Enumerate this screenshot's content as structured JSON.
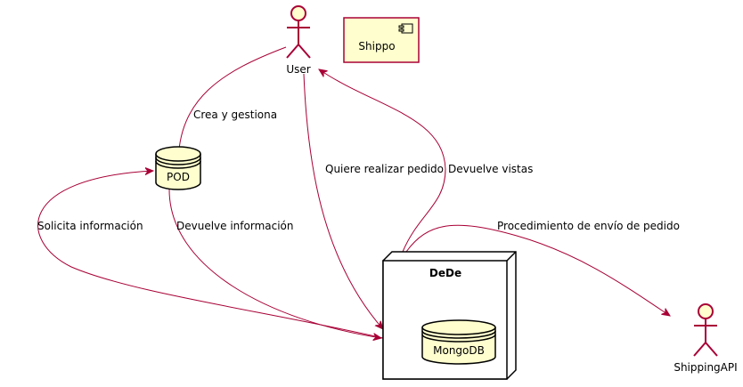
{
  "colors": {
    "fill": "#FEFECE",
    "border": "#A80036",
    "edge": "#A80036",
    "node_border": "#000000",
    "text": "#000000"
  },
  "nodes": {
    "user": {
      "label": "User",
      "kind": "actor",
      "icon": "actor-icon"
    },
    "shippo": {
      "label": "Shippo",
      "kind": "component",
      "icon": "component-icon"
    },
    "pod": {
      "label": "POD",
      "kind": "database",
      "icon": "database-icon"
    },
    "dede": {
      "label": "DeDe",
      "kind": "node",
      "icon": "node-box-icon"
    },
    "mongodb": {
      "label": "MongoDB",
      "kind": "database",
      "icon": "database-icon"
    },
    "shippingapi": {
      "label": "ShippingAPI",
      "kind": "actor",
      "icon": "actor-icon"
    }
  },
  "edges": {
    "user_pod": {
      "label": "Crea y gestiona"
    },
    "user_dede": {
      "label": "Quiere realizar pedido"
    },
    "dede_user": {
      "label": "Devuelve vistas"
    },
    "dede_pod": {
      "label": "Solicita información"
    },
    "pod_dede": {
      "label": "Devuelve información"
    },
    "dede_shippingapi": {
      "label": "Procedimiento de envío de pedido"
    }
  }
}
